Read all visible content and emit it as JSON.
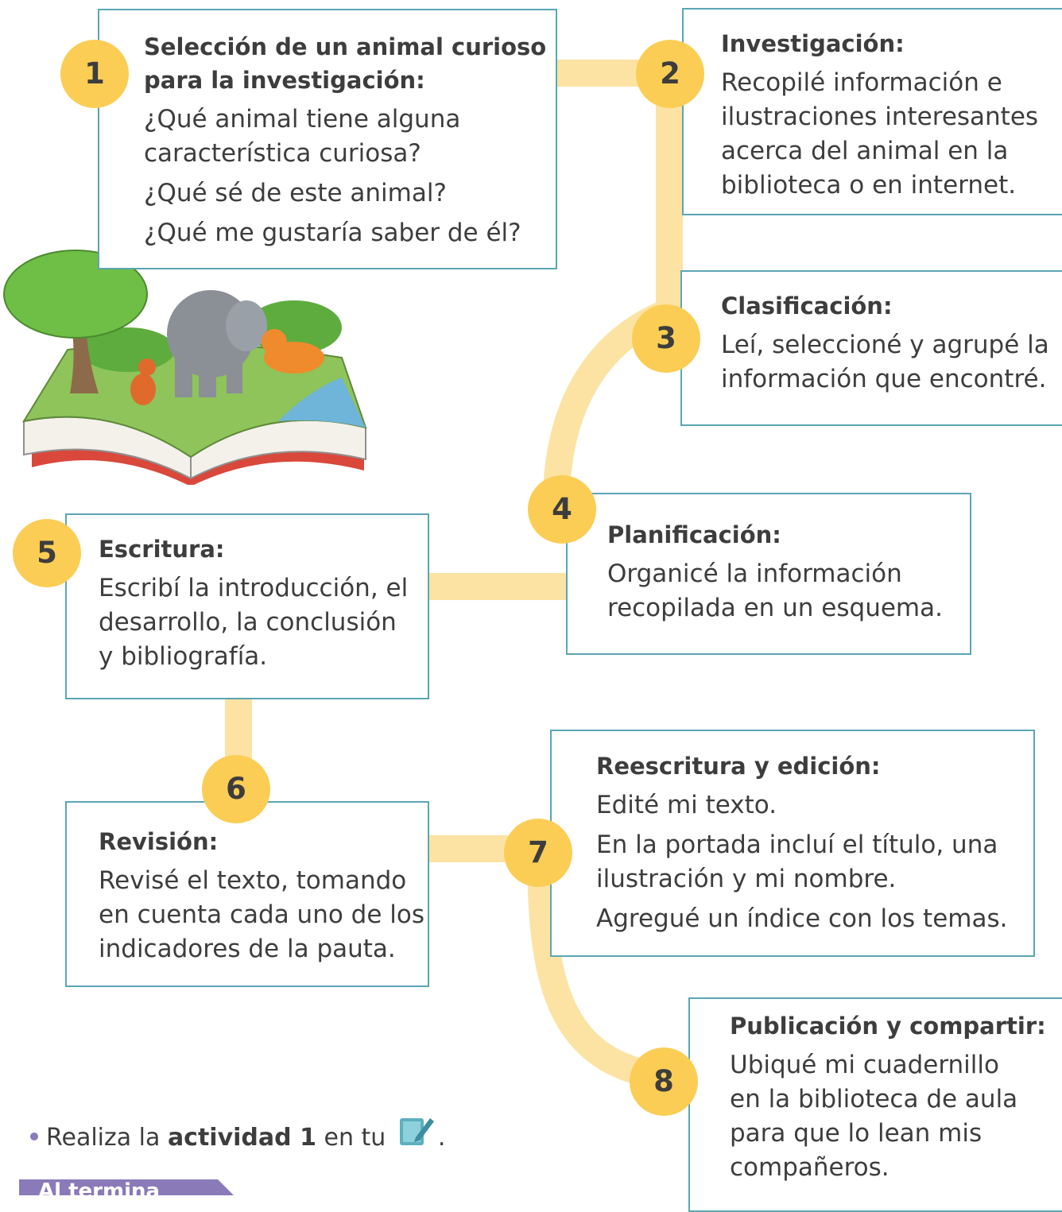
{
  "steps": [
    {
      "num": "1",
      "title": "Selección de un animal curioso para la investigación:",
      "lines": [
        "¿Qué animal tiene alguna característica curiosa?",
        "¿Qué sé de este animal?",
        "¿Qué me gustaría saber de él?"
      ]
    },
    {
      "num": "2",
      "title": "Investigación:",
      "lines": [
        "Recopilé información e ilustraciones interesantes acerca del animal en la biblioteca o en internet."
      ]
    },
    {
      "num": "3",
      "title": "Clasificación:",
      "lines": [
        "Leí, seleccioné y agrupé la información que encontré."
      ]
    },
    {
      "num": "4",
      "title": "Planificación:",
      "lines": [
        "Organicé la información recopilada en un esquema."
      ]
    },
    {
      "num": "5",
      "title": "Escritura:",
      "lines": [
        "Escribí la introducción, el desarrollo, la conclusión y bibliografía."
      ]
    },
    {
      "num": "6",
      "title": "Revisión:",
      "lines": [
        "Revisé el texto, tomando en cuenta cada uno de los indicadores de la pauta."
      ]
    },
    {
      "num": "7",
      "title": "Reescritura y edición:",
      "lines": [
        "Edité mi texto.",
        "En la portada incluí el título, una ilustración y mi nombre.",
        "Agregué un índice con los temas."
      ]
    },
    {
      "num": "8",
      "title": "Publicación y compartir:",
      "lines": [
        "Ubiqué mi cuadernillo en la biblioteca de aula para que lo lean mis compañeros."
      ]
    }
  ],
  "activity": {
    "prefix": "Realiza la ",
    "bold": "actividad 1",
    "suffix": " en tu ",
    "end": "."
  },
  "footer_tab": "Al termina",
  "colors": {
    "path": "#fce3a3",
    "badge": "#fbcd55",
    "border": "#5aa6b4",
    "text": "#3d3d3d",
    "bullet": "#8a7ab8",
    "footer": "#8a7ab8"
  },
  "icons": [
    "notebook-pencil-icon",
    "illustration-open-book-animals"
  ]
}
